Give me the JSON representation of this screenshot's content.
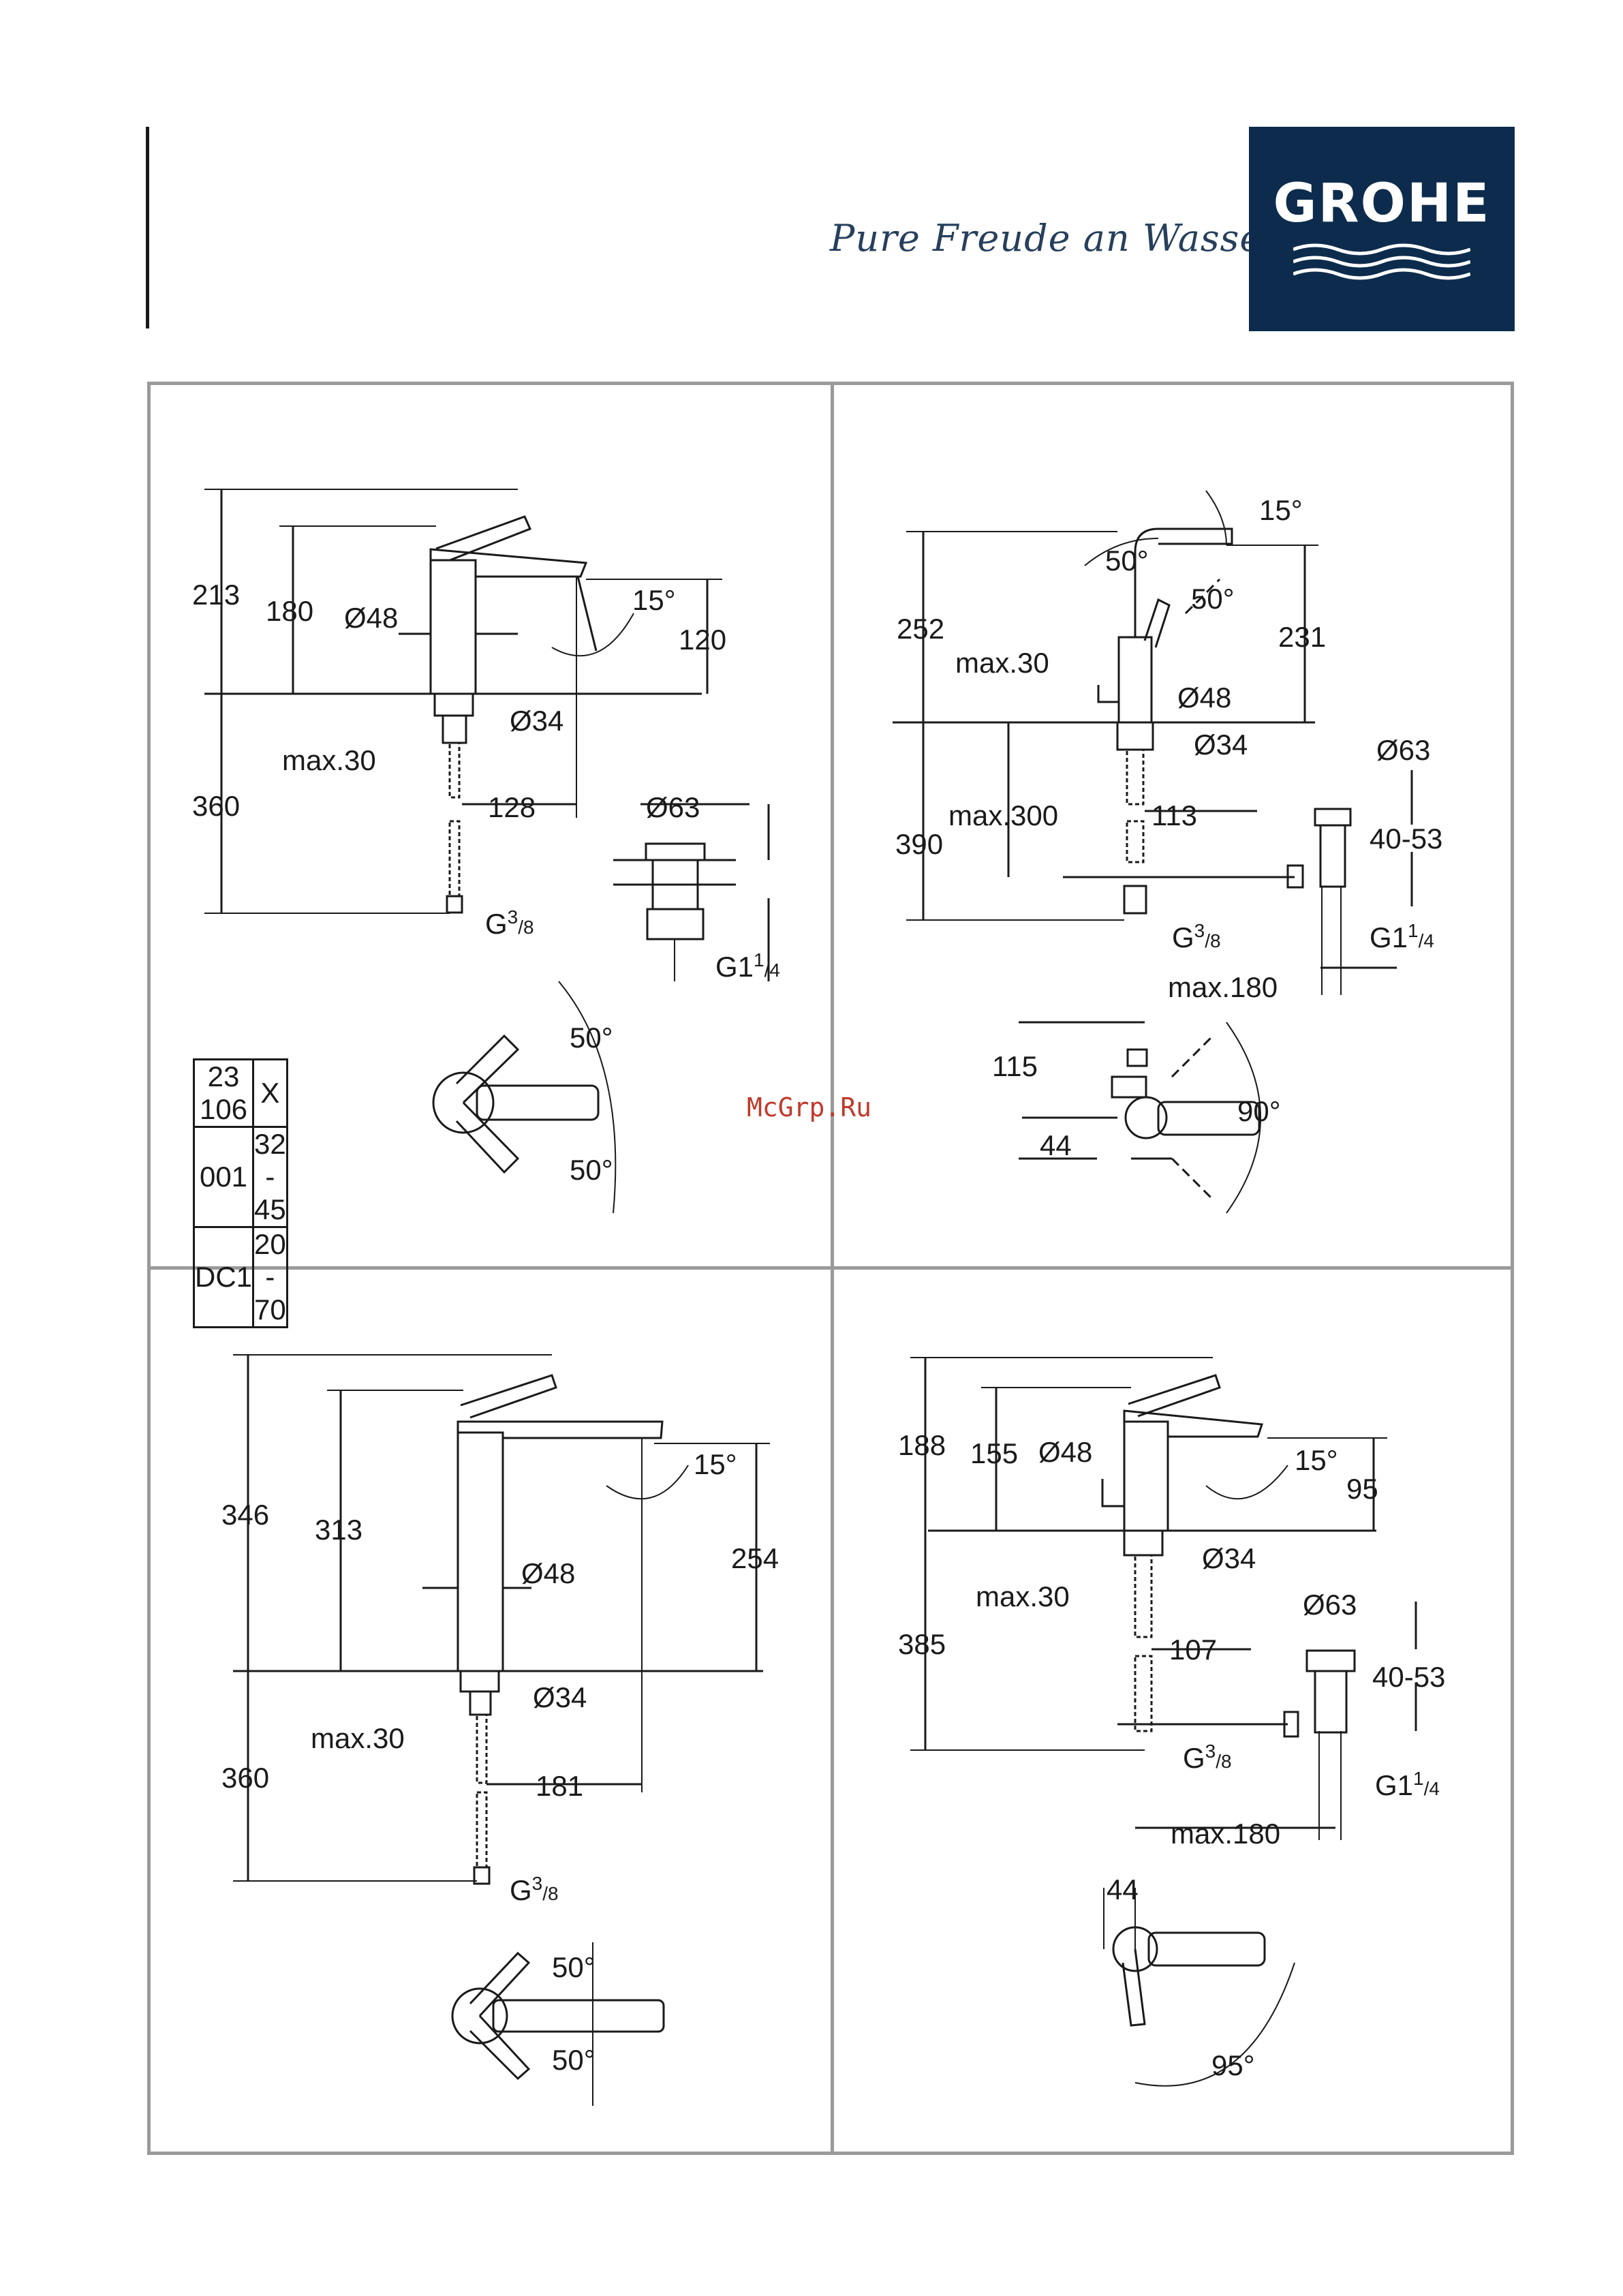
{
  "header": {
    "tagline": "Pure Freude an Wasser",
    "logo_text": "GROHE",
    "brand_color": "#0d2c4d"
  },
  "watermark": "McGrp.Ru",
  "panel_tl": {
    "dims": {
      "h213": "213",
      "h180": "180",
      "d48": "Ø48",
      "a15": "15°",
      "h120": "120",
      "d34": "Ø34",
      "max30": "max.30",
      "h360": "360",
      "w128": "128",
      "d63": "Ø63",
      "g38": "G",
      "g38_sup": "3",
      "g38_sub": "/8",
      "g114": "G1",
      "g114_sup": "1",
      "g114_sub": "/4",
      "a50a": "50°",
      "a50b": "50°"
    },
    "table": {
      "header": [
        "23 106",
        "X"
      ],
      "rows": [
        [
          "001",
          "32 - 45"
        ],
        [
          "DC1",
          "20 - 70"
        ]
      ]
    }
  },
  "panel_tr": {
    "dims": {
      "a15": "15°",
      "a50a": "50°",
      "a50b": "50°",
      "h252": "252",
      "h231": "231",
      "max30": "max.30",
      "d48": "Ø48",
      "d34": "Ø34",
      "d63": "Ø63",
      "max300": "max.300",
      "w113": "113",
      "r4053": "40-53",
      "h390": "390",
      "g38": "G",
      "g38_sup": "3",
      "g38_sub": "/8",
      "g114": "G1",
      "g114_sup": "1",
      "g114_sub": "/4",
      "max180": "max.180",
      "h115": "115",
      "a90": "90°",
      "w44": "44"
    }
  },
  "panel_bl": {
    "dims": {
      "h346": "346",
      "h313": "313",
      "a15": "15°",
      "d48": "Ø48",
      "h254": "254",
      "d34": "Ø34",
      "max30": "max.30",
      "h360": "360",
      "w181": "181",
      "g38": "G",
      "g38_sup": "3",
      "g38_sub": "/8",
      "a50a": "50°",
      "a50b": "50°"
    }
  },
  "panel_br": {
    "dims": {
      "h188": "188",
      "h155": "155",
      "d48": "Ø48",
      "a15": "15°",
      "h95": "95",
      "d34": "Ø34",
      "max30": "max.30",
      "d63": "Ø63",
      "w107": "107",
      "h385": "385",
      "r4053": "40-53",
      "g38": "G",
      "g38_sup": "3",
      "g38_sub": "/8",
      "g114": "G1",
      "g114_sup": "1",
      "g114_sub": "/4",
      "max180": "max.180",
      "w44": "44",
      "a95": "95°"
    }
  }
}
